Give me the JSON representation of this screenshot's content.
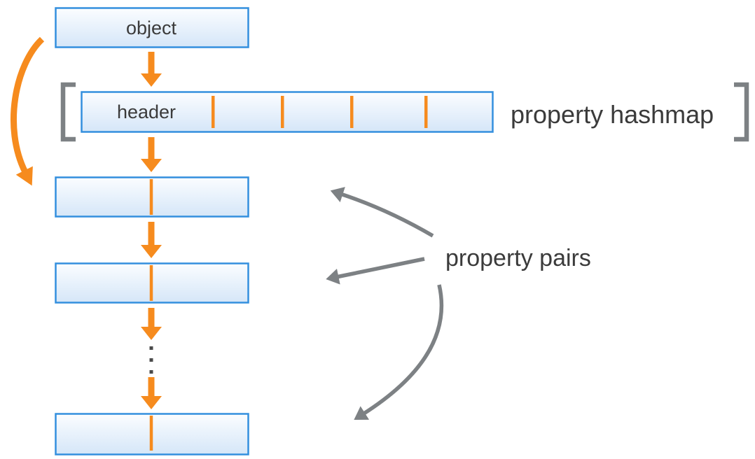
{
  "labels": {
    "object": "object",
    "header": "header",
    "property_hashmap": "property hashmap",
    "property_pairs": "property pairs"
  },
  "colors": {
    "accent_orange": "#F68B1E",
    "box_border_blue": "#338FDE",
    "box_fill_top": "#FBFDFF",
    "box_fill_bottom": "#D5E6F8",
    "annotation_gray": "#7D8184",
    "text": "#3B3B3B"
  },
  "structure": {
    "hashmap_slot_dividers": 4,
    "property_pair_boxes_shown": 3,
    "ellipsis_dots": 3,
    "orange_flow_arrows": 5,
    "gray_annotation_arrows": 3
  }
}
